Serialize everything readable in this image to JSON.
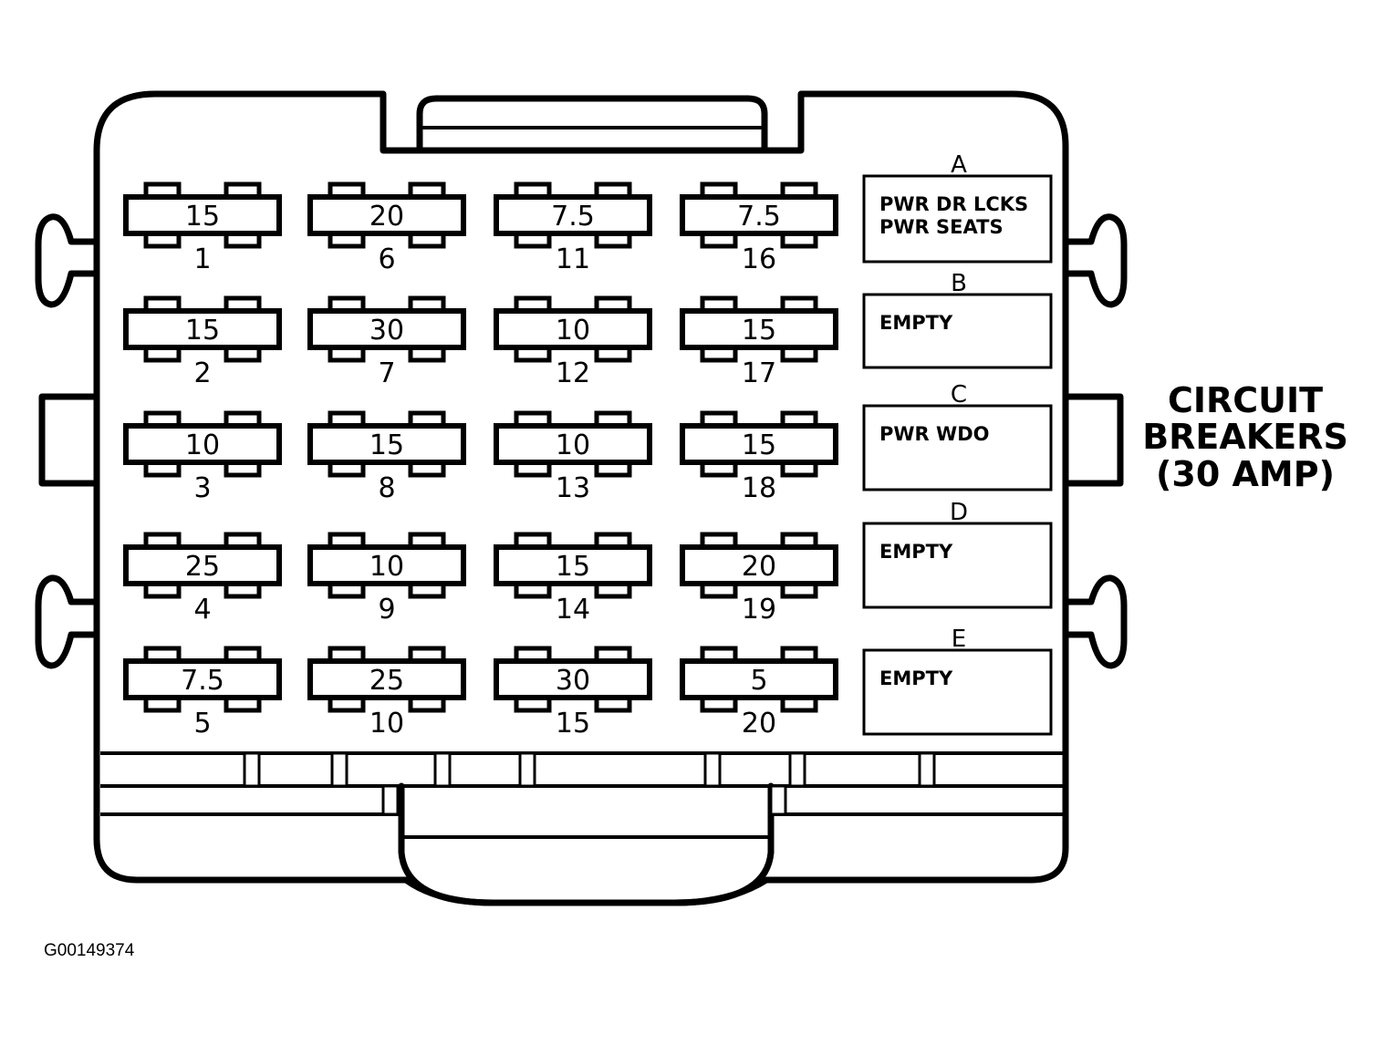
{
  "fuses": [
    {
      "number": "1",
      "rating": "15"
    },
    {
      "number": "2",
      "rating": "15"
    },
    {
      "number": "3",
      "rating": "10"
    },
    {
      "number": "4",
      "rating": "25"
    },
    {
      "number": "5",
      "rating": "7.5"
    },
    {
      "number": "6",
      "rating": "20"
    },
    {
      "number": "7",
      "rating": "30"
    },
    {
      "number": "8",
      "rating": "15"
    },
    {
      "number": "9",
      "rating": "10"
    },
    {
      "number": "10",
      "rating": "25"
    },
    {
      "number": "11",
      "rating": "7.5"
    },
    {
      "number": "12",
      "rating": "10"
    },
    {
      "number": "13",
      "rating": "10"
    },
    {
      "number": "14",
      "rating": "15"
    },
    {
      "number": "15",
      "rating": "30"
    },
    {
      "number": "16",
      "rating": "7.5"
    },
    {
      "number": "17",
      "rating": "15"
    },
    {
      "number": "18",
      "rating": "15"
    },
    {
      "number": "19",
      "rating": "20"
    },
    {
      "number": "20",
      "rating": "5"
    }
  ],
  "circuit_breakers": {
    "title_lines": [
      "CIRCUIT",
      "BREAKERS",
      "(30 AMP)"
    ],
    "items": [
      {
        "letter": "A",
        "lines": [
          "PWR DR LCKS",
          "PWR SEATS"
        ]
      },
      {
        "letter": "B",
        "lines": [
          "EMPTY"
        ]
      },
      {
        "letter": "C",
        "lines": [
          "PWR WDO"
        ]
      },
      {
        "letter": "D",
        "lines": [
          "EMPTY"
        ]
      },
      {
        "letter": "E",
        "lines": [
          "EMPTY"
        ]
      }
    ]
  },
  "figure_id": "G00149374"
}
